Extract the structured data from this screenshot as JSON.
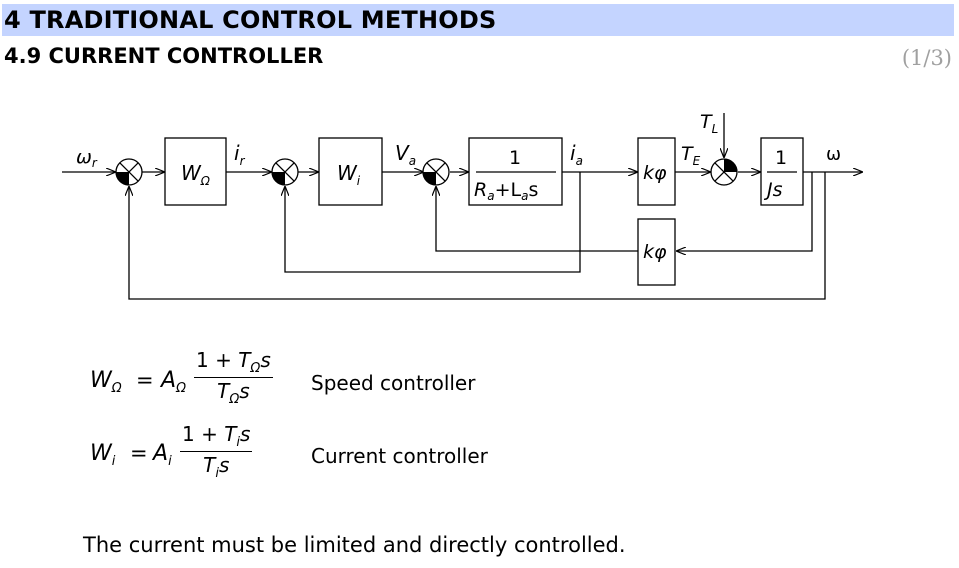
{
  "header": {
    "section": "4 TRADITIONAL CONTROL METHODS",
    "subsection": "4.9 CURRENT CONTROLLER",
    "page": "(1/3)"
  },
  "diagram": {
    "omega_r": "ω",
    "omega_r_sub": "r",
    "w_omega": "W",
    "w_omega_sub": "Ω",
    "i_r": "i",
    "i_r_sub": "r",
    "w_i": "W",
    "w_i_sub": "i",
    "v_a": "V",
    "v_a_sub": "a",
    "plant_num": "1",
    "plant_den": "R",
    "plant_den_sub1": "a",
    "plant_den_mid": "+L",
    "plant_den_sub2": "a",
    "plant_den_end": "s",
    "i_a": "i",
    "i_a_sub": "a",
    "k_phi": "kφ",
    "t_e": "T",
    "t_e_sub": "E",
    "t_l": "T",
    "t_l_sub": "L",
    "mech_num": "1",
    "mech_den": "Js",
    "omega": "ω",
    "k_phi_feedback": "kφ"
  },
  "equations": [
    {
      "lhs": "W",
      "lhs_sub": "Ω",
      "eq": "=",
      "gain": "A",
      "gain_sub": "Ω",
      "num_1": "1 +",
      "num_t": "T",
      "num_sub": "Ω",
      "num_s": "s",
      "den_t": "T",
      "den_sub": "Ω",
      "den_s": "s",
      "description": "Speed controller"
    },
    {
      "lhs": "W",
      "lhs_sub": "i",
      "eq": "=",
      "gain": "A",
      "gain_sub": "i",
      "num_1": "1 +",
      "num_t": "T",
      "num_sub": "i",
      "num_s": "s",
      "den_t": "T",
      "den_sub": "i",
      "den_s": "s",
      "description": "Current controller"
    }
  ],
  "note": "The current must be limited and directly controlled."
}
